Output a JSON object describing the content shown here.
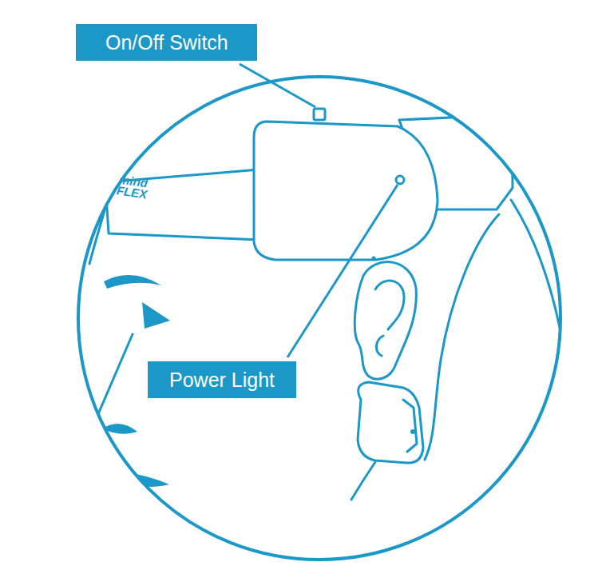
{
  "diagram": {
    "nodes": [
      {
        "text": [
          "On/Off Switch"
        ]
      },
      {
        "text": [
          "Power Light"
        ]
      }
    ],
    "labels": [
      "mind FLEX"
    ]
  }
}
